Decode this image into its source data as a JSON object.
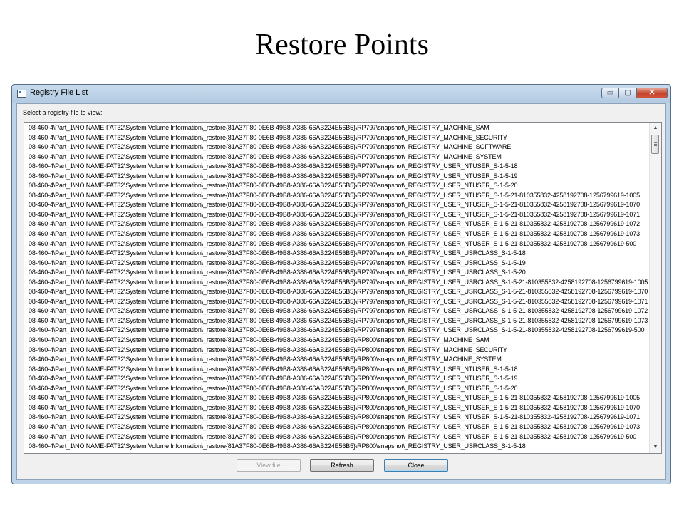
{
  "slide": {
    "title": "Restore Points"
  },
  "window": {
    "title": "Registry File List",
    "caption": {
      "minimize": "▭",
      "maximize": "▢",
      "close": "✕"
    },
    "prompt": "Select a registry file to view:",
    "files": [
      "08-460-4\\Part_1\\NO NAME-FAT32\\System Volume Information\\_restore{81A37F80-0E6B-49B8-A386-66AB224E56B5}\\RP797\\snapshot\\_REGISTRY_MACHINE_SAM",
      "08-460-4\\Part_1\\NO NAME-FAT32\\System Volume Information\\_restore{81A37F80-0E6B-49B8-A386-66AB224E56B5}\\RP797\\snapshot\\_REGISTRY_MACHINE_SECURITY",
      "08-460-4\\Part_1\\NO NAME-FAT32\\System Volume Information\\_restore{81A37F80-0E6B-49B8-A386-66AB224E56B5}\\RP797\\snapshot\\_REGISTRY_MACHINE_SOFTWARE",
      "08-460-4\\Part_1\\NO NAME-FAT32\\System Volume Information\\_restore{81A37F80-0E6B-49B8-A386-66AB224E56B5}\\RP797\\snapshot\\_REGISTRY_MACHINE_SYSTEM",
      "08-460-4\\Part_1\\NO NAME-FAT32\\System Volume Information\\_restore{81A37F80-0E6B-49B8-A386-66AB224E56B5}\\RP797\\snapshot\\_REGISTRY_USER_NTUSER_S-1-5-18",
      "08-460-4\\Part_1\\NO NAME-FAT32\\System Volume Information\\_restore{81A37F80-0E6B-49B8-A386-66AB224E56B5}\\RP797\\snapshot\\_REGISTRY_USER_NTUSER_S-1-5-19",
      "08-460-4\\Part_1\\NO NAME-FAT32\\System Volume Information\\_restore{81A37F80-0E6B-49B8-A386-66AB224E56B5}\\RP797\\snapshot\\_REGISTRY_USER_NTUSER_S-1-5-20",
      "08-460-4\\Part_1\\NO NAME-FAT32\\System Volume Information\\_restore{81A37F80-0E6B-49B8-A386-66AB224E56B5}\\RP797\\snapshot\\_REGISTRY_USER_NTUSER_S-1-5-21-810355832-4258192708-1256799619-1005",
      "08-460-4\\Part_1\\NO NAME-FAT32\\System Volume Information\\_restore{81A37F80-0E6B-49B8-A386-66AB224E56B5}\\RP797\\snapshot\\_REGISTRY_USER_NTUSER_S-1-5-21-810355832-4258192708-1256799619-1070",
      "08-460-4\\Part_1\\NO NAME-FAT32\\System Volume Information\\_restore{81A37F80-0E6B-49B8-A386-66AB224E56B5}\\RP797\\snapshot\\_REGISTRY_USER_NTUSER_S-1-5-21-810355832-4258192708-1256799619-1071",
      "08-460-4\\Part_1\\NO NAME-FAT32\\System Volume Information\\_restore{81A37F80-0E6B-49B8-A386-66AB224E56B5}\\RP797\\snapshot\\_REGISTRY_USER_NTUSER_S-1-5-21-810355832-4258192708-1256799619-1072",
      "08-460-4\\Part_1\\NO NAME-FAT32\\System Volume Information\\_restore{81A37F80-0E6B-49B8-A386-66AB224E56B5}\\RP797\\snapshot\\_REGISTRY_USER_NTUSER_S-1-5-21-810355832-4258192708-1256799619-1073",
      "08-460-4\\Part_1\\NO NAME-FAT32\\System Volume Information\\_restore{81A37F80-0E6B-49B8-A386-66AB224E56B5}\\RP797\\snapshot\\_REGISTRY_USER_NTUSER_S-1-5-21-810355832-4258192708-1256799619-500",
      "08-460-4\\Part_1\\NO NAME-FAT32\\System Volume Information\\_restore{81A37F80-0E6B-49B8-A386-66AB224E56B5}\\RP797\\snapshot\\_REGISTRY_USER_USRCLASS_S-1-5-18",
      "08-460-4\\Part_1\\NO NAME-FAT32\\System Volume Information\\_restore{81A37F80-0E6B-49B8-A386-66AB224E56B5}\\RP797\\snapshot\\_REGISTRY_USER_USRCLASS_S-1-5-19",
      "08-460-4\\Part_1\\NO NAME-FAT32\\System Volume Information\\_restore{81A37F80-0E6B-49B8-A386-66AB224E56B5}\\RP797\\snapshot\\_REGISTRY_USER_USRCLASS_S-1-5-20",
      "08-460-4\\Part_1\\NO NAME-FAT32\\System Volume Information\\_restore{81A37F80-0E6B-49B8-A386-66AB224E56B5}\\RP797\\snapshot\\_REGISTRY_USER_USRCLASS_S-1-5-21-810355832-4258192708-1256799619-1005",
      "08-460-4\\Part_1\\NO NAME-FAT32\\System Volume Information\\_restore{81A37F80-0E6B-49B8-A386-66AB224E56B5}\\RP797\\snapshot\\_REGISTRY_USER_USRCLASS_S-1-5-21-810355832-4258192708-1256799619-1070",
      "08-460-4\\Part_1\\NO NAME-FAT32\\System Volume Information\\_restore{81A37F80-0E6B-49B8-A386-66AB224E56B5}\\RP797\\snapshot\\_REGISTRY_USER_USRCLASS_S-1-5-21-810355832-4258192708-1256799619-1071",
      "08-460-4\\Part_1\\NO NAME-FAT32\\System Volume Information\\_restore{81A37F80-0E6B-49B8-A386-66AB224E56B5}\\RP797\\snapshot\\_REGISTRY_USER_USRCLASS_S-1-5-21-810355832-4258192708-1256799619-1072",
      "08-460-4\\Part_1\\NO NAME-FAT32\\System Volume Information\\_restore{81A37F80-0E6B-49B8-A386-66AB224E56B5}\\RP797\\snapshot\\_REGISTRY_USER_USRCLASS_S-1-5-21-810355832-4258192708-1256799619-1073",
      "08-460-4\\Part_1\\NO NAME-FAT32\\System Volume Information\\_restore{81A37F80-0E6B-49B8-A386-66AB224E56B5}\\RP797\\snapshot\\_REGISTRY_USER_USRCLASS_S-1-5-21-810355832-4258192708-1256799619-500",
      "08-460-4\\Part_1\\NO NAME-FAT32\\System Volume Information\\_restore{81A37F80-0E6B-49B8-A386-66AB224E56B5}\\RP800\\snapshot\\_REGISTRY_MACHINE_SAM",
      "08-460-4\\Part_1\\NO NAME-FAT32\\System Volume Information\\_restore{81A37F80-0E6B-49B8-A386-66AB224E56B5}\\RP800\\snapshot\\_REGISTRY_MACHINE_SECURITY",
      "08-460-4\\Part_1\\NO NAME-FAT32\\System Volume Information\\_restore{81A37F80-0E6B-49B8-A386-66AB224E56B5}\\RP800\\snapshot\\_REGISTRY_MACHINE_SYSTEM",
      "08-460-4\\Part_1\\NO NAME-FAT32\\System Volume Information\\_restore{81A37F80-0E6B-49B8-A386-66AB224E56B5}\\RP800\\snapshot\\_REGISTRY_USER_NTUSER_S-1-5-18",
      "08-460-4\\Part_1\\NO NAME-FAT32\\System Volume Information\\_restore{81A37F80-0E6B-49B8-A386-66AB224E56B5}\\RP800\\snapshot\\_REGISTRY_USER_NTUSER_S-1-5-19",
      "08-460-4\\Part_1\\NO NAME-FAT32\\System Volume Information\\_restore{81A37F80-0E6B-49B8-A386-66AB224E56B5}\\RP800\\snapshot\\_REGISTRY_USER_NTUSER_S-1-5-20",
      "08-460-4\\Part_1\\NO NAME-FAT32\\System Volume Information\\_restore{81A37F80-0E6B-49B8-A386-66AB224E56B5}\\RP800\\snapshot\\_REGISTRY_USER_NTUSER_S-1-5-21-810355832-4258192708-1256799619-1005",
      "08-460-4\\Part_1\\NO NAME-FAT32\\System Volume Information\\_restore{81A37F80-0E6B-49B8-A386-66AB224E56B5}\\RP800\\snapshot\\_REGISTRY_USER_NTUSER_S-1-5-21-810355832-4258192708-1256799619-1070",
      "08-460-4\\Part_1\\NO NAME-FAT32\\System Volume Information\\_restore{81A37F80-0E6B-49B8-A386-66AB224E56B5}\\RP800\\snapshot\\_REGISTRY_USER_NTUSER_S-1-5-21-810355832-4258192708-1256799619-1071",
      "08-460-4\\Part_1\\NO NAME-FAT32\\System Volume Information\\_restore{81A37F80-0E6B-49B8-A386-66AB224E56B5}\\RP800\\snapshot\\_REGISTRY_USER_NTUSER_S-1-5-21-810355832-4258192708-1256799619-1073",
      "08-460-4\\Part_1\\NO NAME-FAT32\\System Volume Information\\_restore{81A37F80-0E6B-49B8-A386-66AB224E56B5}\\RP800\\snapshot\\_REGISTRY_USER_NTUSER_S-1-5-21-810355832-4258192708-1256799619-500",
      "08-460-4\\Part_1\\NO NAME-FAT32\\System Volume Information\\_restore{81A37F80-0E6B-49B8-A386-66AB224E56B5}\\RP800\\snapshot\\_REGISTRY_USER_USRCLASS_S-1-5-18"
    ],
    "buttons": {
      "view_file": "View file",
      "refresh": "Refresh",
      "close": "Close"
    }
  },
  "scrollbar": {
    "up_arrow": "▲",
    "down_arrow": "▼"
  },
  "icons": {
    "app": "window-app-icon",
    "minimize": "minimize-icon",
    "maximize": "maximize-icon",
    "close": "close-icon"
  },
  "colors": {
    "window_frame": "#bed3e8",
    "close_button": "#c4432b",
    "client_background": "#f0f0f0"
  }
}
